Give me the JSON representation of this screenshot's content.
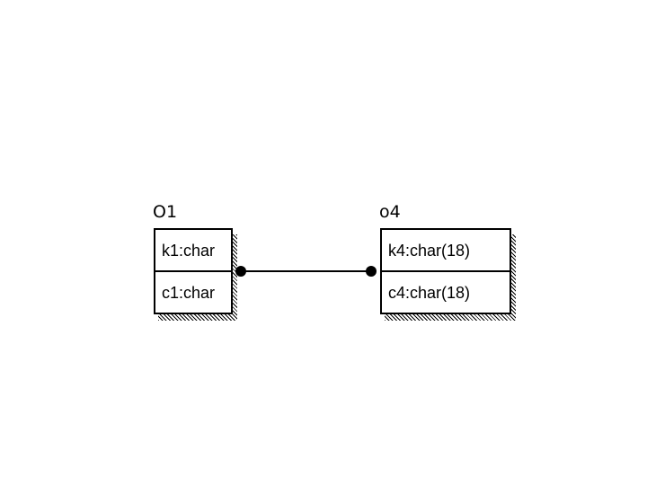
{
  "entities": [
    {
      "name": "O1",
      "fields": [
        "k1:char",
        "c1:char"
      ]
    },
    {
      "name": "o4",
      "fields": [
        "k4:char(18)",
        "c4:char(18)"
      ]
    }
  ],
  "relationship": {
    "from": "O1",
    "to": "o4",
    "end_markers": [
      "dot",
      "dot"
    ]
  }
}
